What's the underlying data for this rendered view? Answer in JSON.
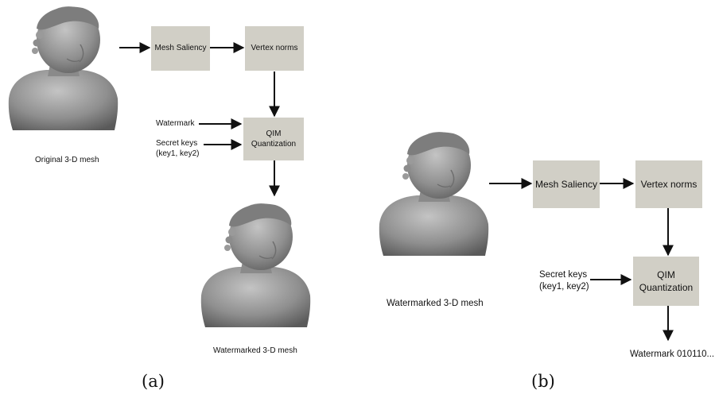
{
  "panel_a": {
    "original_label": "Original 3-D mesh",
    "mesh_saliency": "Mesh Saliency",
    "vertex_norms": "Vertex norms",
    "qim": "QIM\nQuantization",
    "watermark_input": "Watermark",
    "secret_keys": "Secret keys\n(key1, key2)",
    "watermarked_label": "Watermarked 3-D mesh",
    "caption": "(a)"
  },
  "panel_b": {
    "watermarked_label": "Watermarked 3-D mesh",
    "mesh_saliency": "Mesh Saliency",
    "vertex_norms": "Vertex norms",
    "qim": "QIM\nQuantization",
    "secret_keys": "Secret keys\n(key1, key2)",
    "watermark_output": "Watermark 010110....",
    "caption": "(b)"
  },
  "colors": {
    "box_fill": "#d1cfc6",
    "arrow": "#111111",
    "mesh": "#8f8f8f"
  }
}
